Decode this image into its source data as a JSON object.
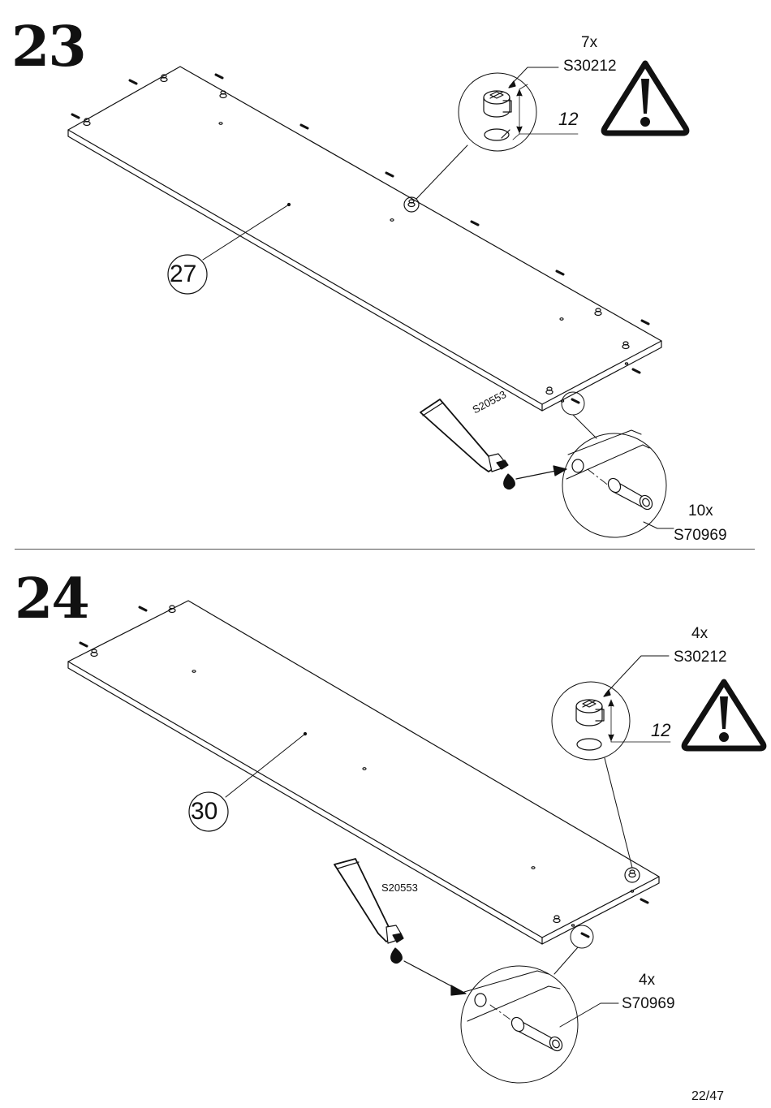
{
  "steps": [
    {
      "number": "23",
      "part": "27",
      "cam_qty": "7x",
      "cam_code": "S30212",
      "depth": "12",
      "glue_code": "S20553",
      "dowel_qty": "10x",
      "dowel_code": "S70969"
    },
    {
      "number": "24",
      "part": "30",
      "cam_qty": "4x",
      "cam_code": "S30212",
      "depth": "12",
      "glue_code": "S20553",
      "dowel_qty": "4x",
      "dowel_code": "S70969"
    }
  ],
  "page": "22/47",
  "icons": [
    "warning-icon",
    "glue-tube-icon",
    "cam-lock-icon",
    "dowel-icon"
  ]
}
